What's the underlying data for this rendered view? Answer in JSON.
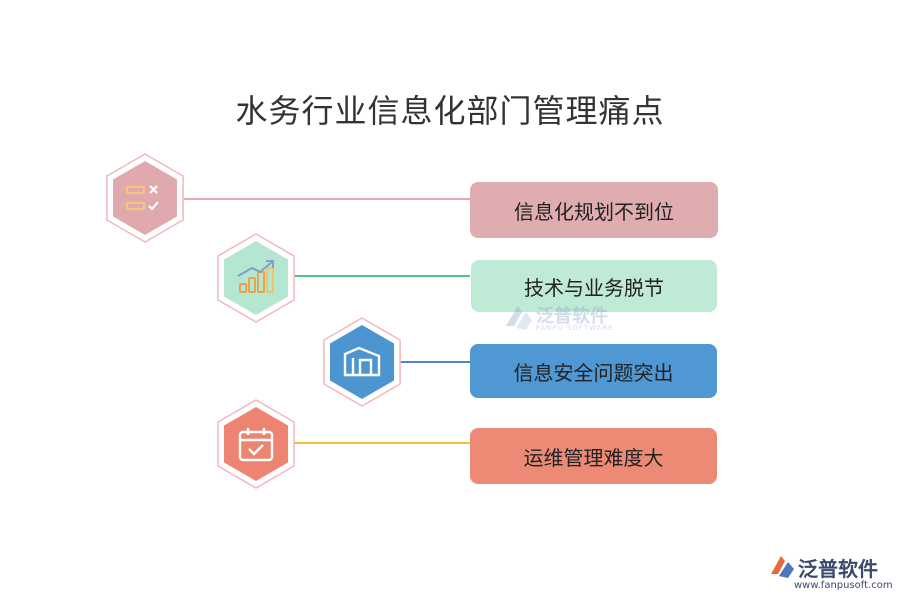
{
  "title": "水务行业信息化部门管理痛点",
  "items": [
    {
      "label": "信息化规划不到位",
      "icon": "checklist-icon",
      "hex_color": "#dfa9ad",
      "box_color": "#dfadb0",
      "line_color": "#e9a8ae",
      "text_dark": false
    },
    {
      "label": "技术与业务脱节",
      "icon": "bar-chart-growth-icon",
      "hex_color": "#b5e6cf",
      "box_color": "#bfead6",
      "line_color": "#4cc78b",
      "text_dark": false
    },
    {
      "label": "信息安全问题突出",
      "icon": "building-icon",
      "hex_color": "#4d95d0",
      "box_color": "#4f98d3",
      "line_color": "#4f86c9",
      "text_dark": false
    },
    {
      "label": "运维管理难度大",
      "icon": "calendar-check-icon",
      "hex_color": "#ec8471",
      "box_color": "#ec8a76",
      "line_color": "#f5c038",
      "text_dark": false
    }
  ],
  "watermark": {
    "center_cn": "泛普软件",
    "center_en": "FANPU SOFTWARE",
    "corner_cn": "泛普软件",
    "corner_url": "www.fanpusoft.com"
  }
}
